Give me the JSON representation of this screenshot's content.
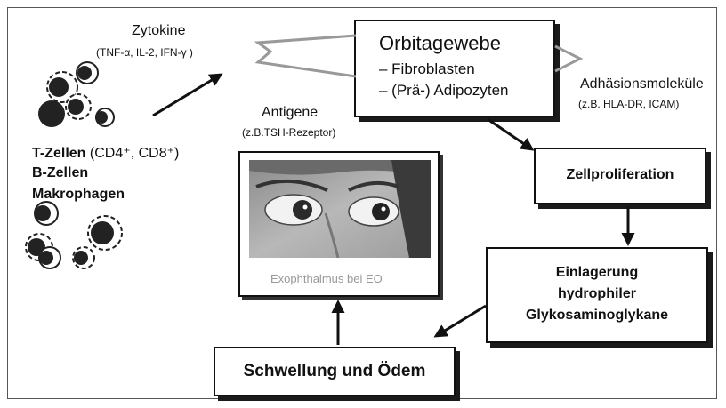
{
  "cytokines": {
    "title": "Zytokine",
    "list": "(TNF-α, IL-2, IFN-γ )"
  },
  "orbital_tissue": {
    "title": "Orbitagewebe",
    "item1": "– Fibroblasten",
    "item2": "– (Prä-) Adipozyten"
  },
  "adhesion": {
    "title": "Adhäsionsmoleküle",
    "examples": "(z.B. HLA-DR, ICAM)"
  },
  "antigens": {
    "title": "Antigene",
    "examples": "(z.B.TSH-Rezeptor)"
  },
  "cells": {
    "t_cells": "T-Zellen",
    "t_cells_detail": "(CD4⁺, CD8⁺)",
    "b_cells": "B-Zellen",
    "macrophages": "Makrophagen"
  },
  "photo": {
    "caption": "Exophthalmus bei EO"
  },
  "steps": {
    "proliferation": "Zellproliferation",
    "deposition_line1": "Einlagerung",
    "deposition_line2": "hydrophiler",
    "deposition_line3": "Glykosaminoglykane",
    "swelling": "Schwellung und Ödem"
  }
}
